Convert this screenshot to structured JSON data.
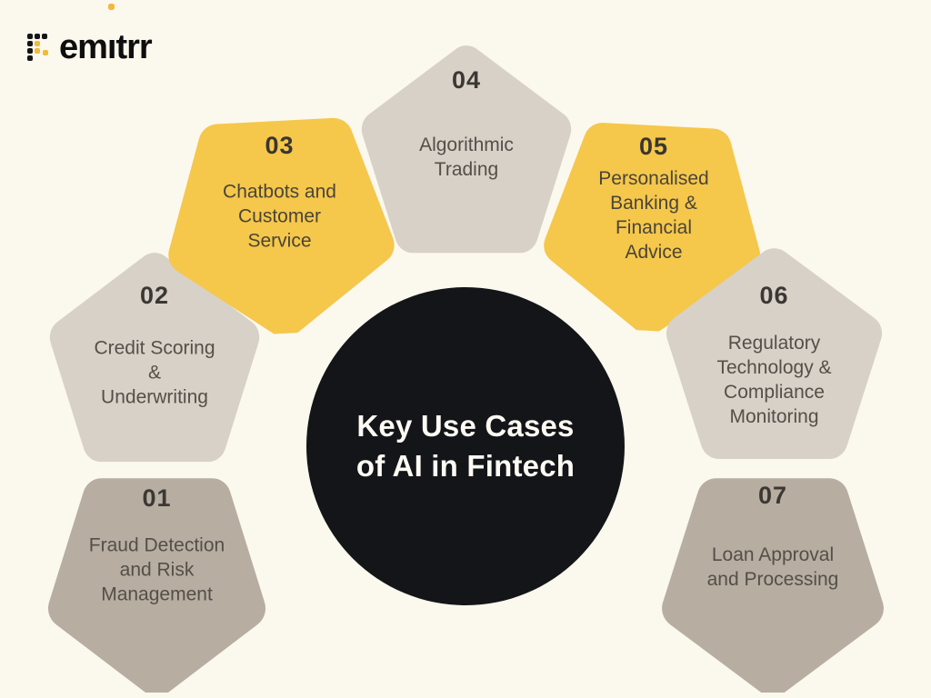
{
  "brand": {
    "name": "emitrr",
    "logo_icon": "dot-grid-r-icon"
  },
  "center": {
    "title_line1": "Key Use Cases",
    "title_line2": "of AI in Fintech"
  },
  "items": [
    {
      "number": "01",
      "title": "Fraud Detection and Risk Management",
      "lines": [
        "Fraud Detection",
        "and Risk",
        "Management"
      ],
      "color": "#B7ADA1",
      "orientation": "point-down"
    },
    {
      "number": "02",
      "title": "Credit Scoring & Underwriting",
      "lines": [
        "Credit Scoring",
        "&",
        "Underwriting"
      ],
      "color": "#D8D1C8",
      "orientation": "point-up"
    },
    {
      "number": "03",
      "title": "Chatbots and Customer Service",
      "lines": [
        "Chatbots and",
        "Customer",
        "Service"
      ],
      "color": "#F5C74B",
      "orientation": "point-down"
    },
    {
      "number": "04",
      "title": "Algorithmic Trading",
      "lines": [
        "Algorithmic",
        "Trading"
      ],
      "color": "#D8D1C8",
      "orientation": "point-up"
    },
    {
      "number": "05",
      "title": "Personalised Banking & Financial Advice",
      "lines": [
        "Personalised",
        "Banking &",
        "Financial",
        "Advice"
      ],
      "color": "#F5C74B",
      "orientation": "point-down"
    },
    {
      "number": "06",
      "title": "Regulatory Technology & Compliance Monitoring",
      "lines": [
        "Regulatory",
        "Technology &",
        "Compliance",
        "Monitoring"
      ],
      "color": "#D8D1C8",
      "orientation": "point-up"
    },
    {
      "number": "07",
      "title": "Loan Approval and Processing",
      "lines": [
        "Loan Approval",
        "and Processing"
      ],
      "color": "#B7ADA1",
      "orientation": "point-down"
    }
  ],
  "colors": {
    "background": "#FBF8EE",
    "yellow": "#F5C74B",
    "light_gray": "#D8D1C8",
    "taupe": "#B7ADA1",
    "circle": "#131518",
    "number_text": "#3B3834",
    "label_text": "#544F48",
    "title_text": "#FCFAF3",
    "brand_black": "#0E0E0E",
    "brand_yellow": "#F2B93C"
  }
}
